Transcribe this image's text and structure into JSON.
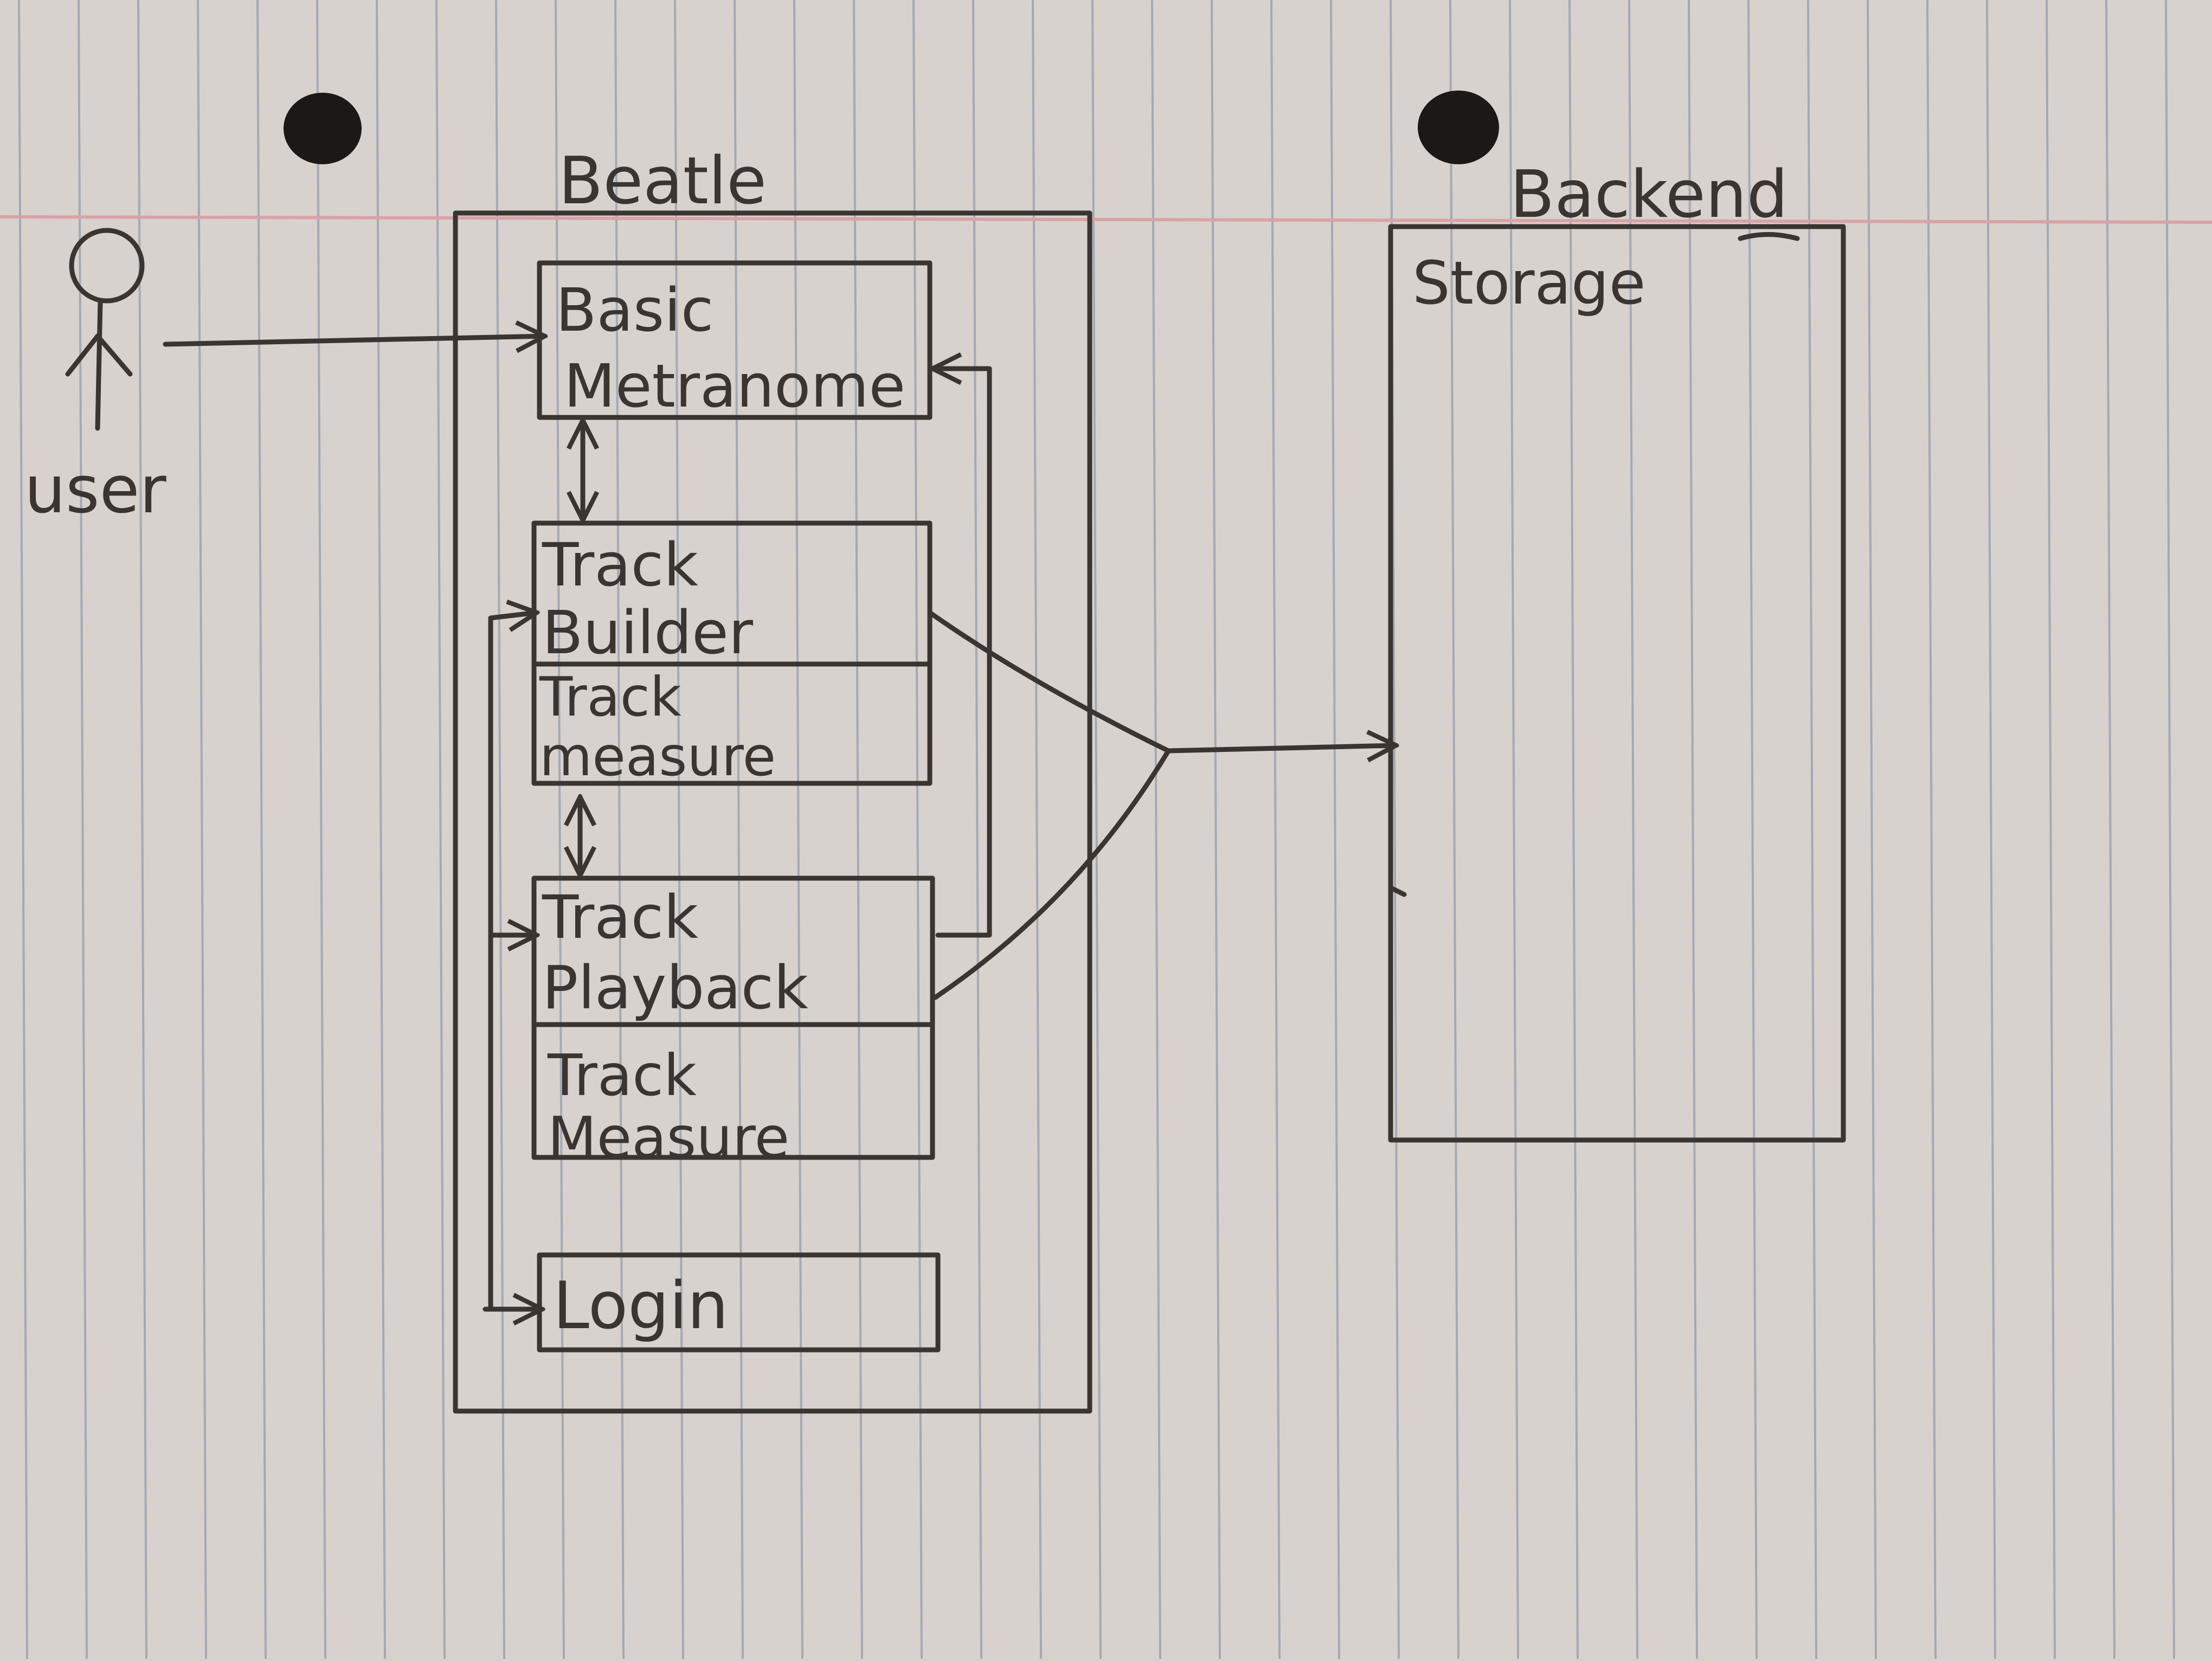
{
  "colors": {
    "paper": "#d7d2cd",
    "rule_line": "#a3aab5",
    "margin_line": "#d9a2a6",
    "ink": "#3a3531",
    "hole": "#1b1816"
  },
  "diagram": {
    "actor": {
      "label": "user"
    },
    "app": {
      "title": "Beatle",
      "components": {
        "basic_metronome": "Basic Metranome",
        "track_builder": "Track Builder",
        "track_builder_measure": "Track measure",
        "track_playback": "Track Playback",
        "track_playback_measure": "Track Measure",
        "login": "Login"
      }
    },
    "backend": {
      "title": "Backend",
      "storage": "Storage"
    }
  }
}
